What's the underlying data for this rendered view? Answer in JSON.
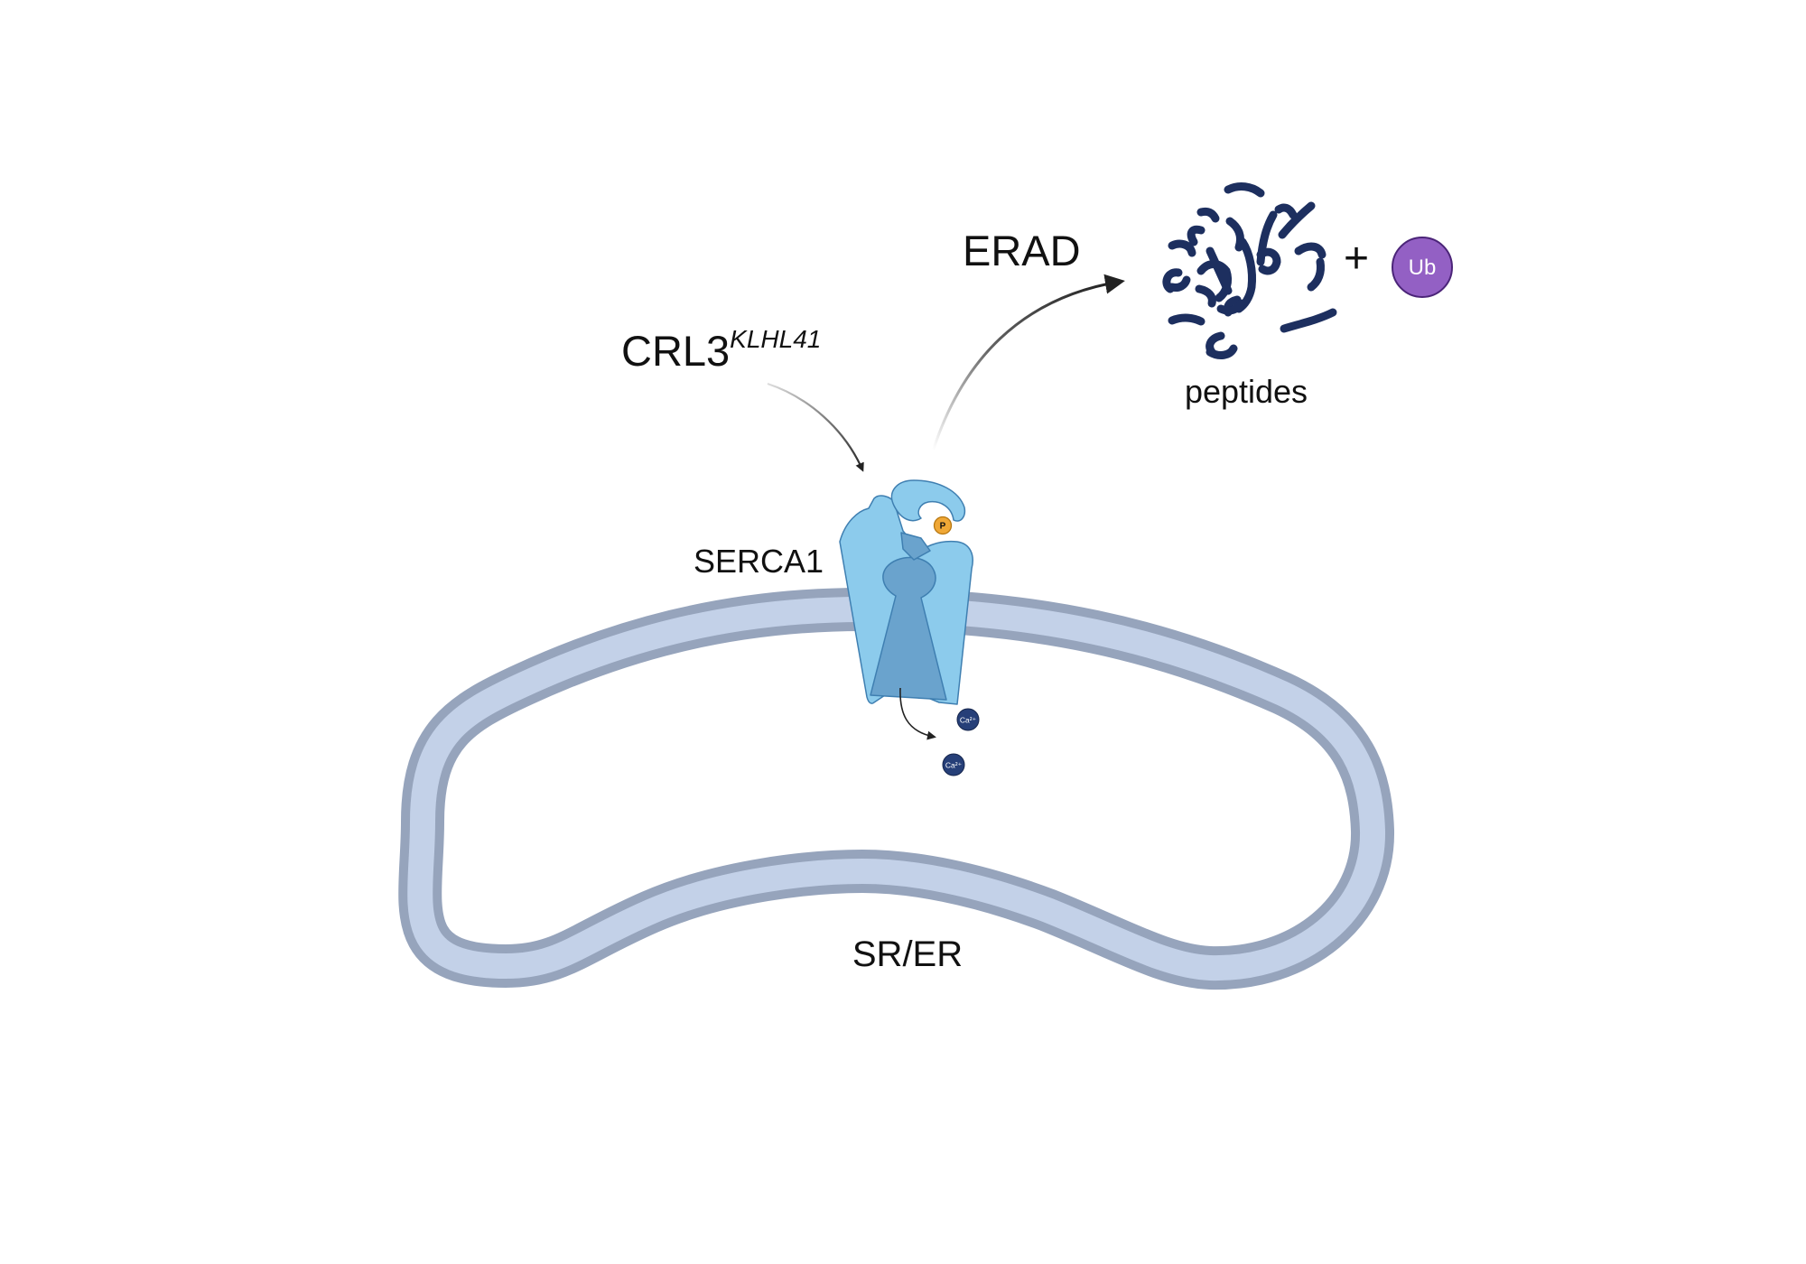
{
  "labels": {
    "crl3_main": "CRL3",
    "crl3_sup": "KLHL41",
    "erad": "ERAD",
    "plus": "+",
    "ub": "Ub",
    "peptides": "peptides",
    "serca1": "SERCA1",
    "phosphate": "P",
    "calcium_1": "Ca²⁺",
    "calcium_2": "Ca²⁺",
    "membrane": "SR/ER"
  },
  "colors": {
    "membrane_outer": "#96a4bc",
    "membrane_inner": "#c3d1e8",
    "serca_light": "#8ccbec",
    "serca_dark": "#6aa3cd",
    "serca_stroke": "#3f7fb1",
    "peptide": "#1d2f5f",
    "ub_fill": "#9360c4",
    "phosphate": "#f0a836",
    "calcium": "#263f78",
    "arrow": "#222222"
  }
}
